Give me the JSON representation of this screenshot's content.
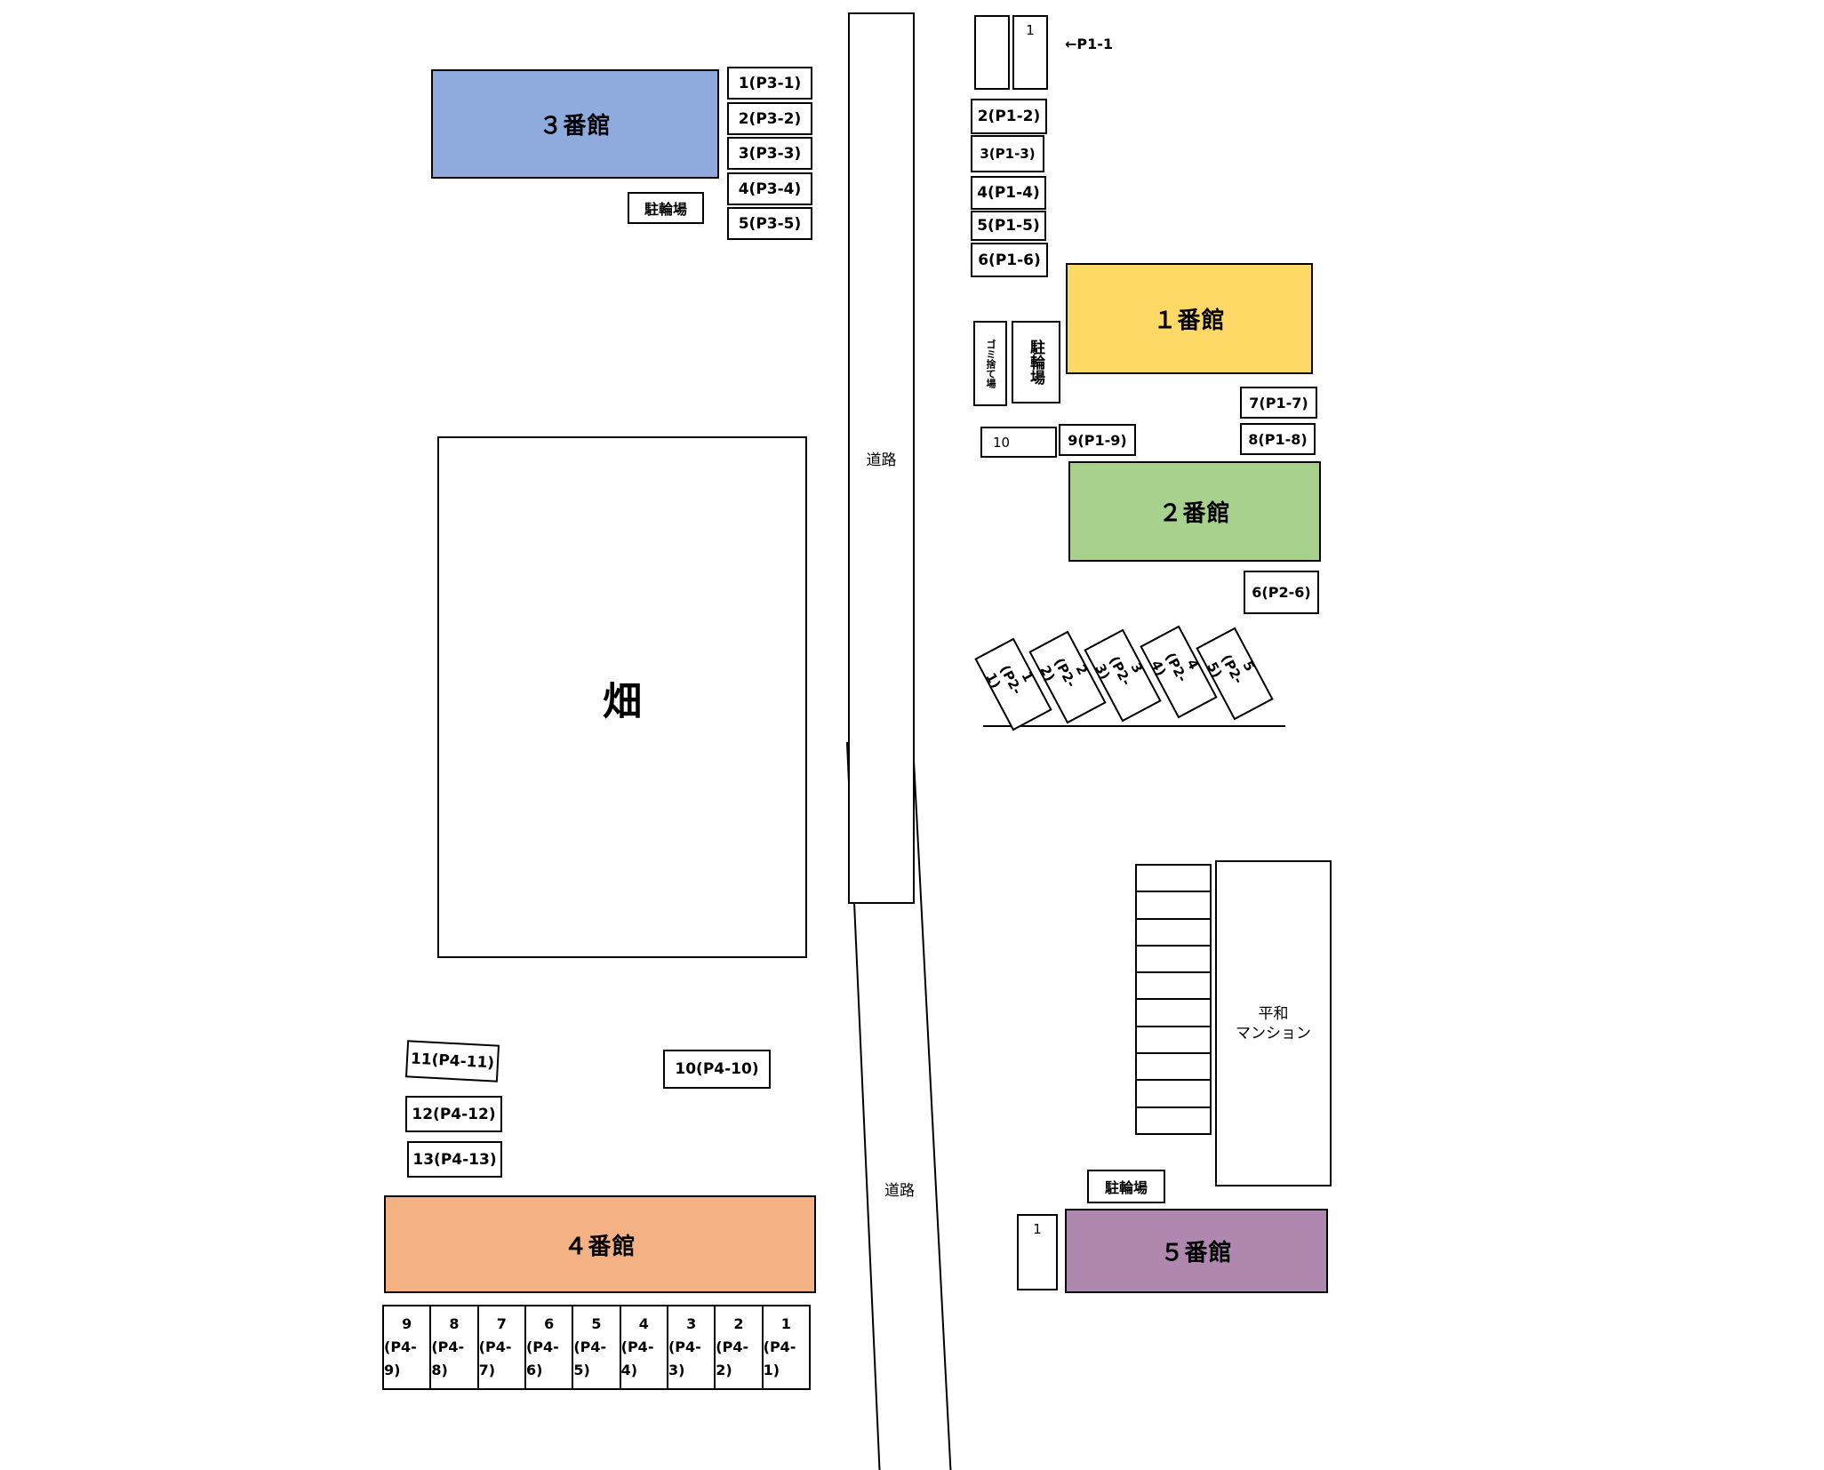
{
  "buildings": {
    "b1": "１番館",
    "b2": "２番館",
    "b3": "３番館",
    "b4": "４番館",
    "b5": "５番館",
    "field": "畑",
    "heiwa": "平和\nマンション"
  },
  "colors": {
    "b1": "#FFD966",
    "b2": "#A9D18E",
    "b3": "#8FAADC",
    "b4": "#F4B183",
    "b5": "#AE88AE"
  },
  "labels": {
    "road": "道路",
    "bike": "駐輪場",
    "garbage": "ゴミ捨て場",
    "arrow_p1_1": "←P1-1"
  },
  "p1": {
    "s1": "1",
    "s2": "2(P1-2)",
    "s3": "3(P1-3)",
    "s4": "4(P1-4)",
    "s5": "5(P1-5)",
    "s6": "6(P1-6)",
    "s7": "7(P1-7)",
    "s8": "8(P1-8)",
    "s9": "9(P1-9)",
    "s10": "10"
  },
  "p2": {
    "s6": "6(P2-6)",
    "slanted": [
      {
        "num": "1",
        "code": "(P2-1)"
      },
      {
        "num": "2",
        "code": "(P2-2)"
      },
      {
        "num": "3",
        "code": "(P2-3)"
      },
      {
        "num": "4",
        "code": "(P2-4)"
      },
      {
        "num": "5",
        "code": "(P2-5)"
      }
    ]
  },
  "p3": [
    "1(P3-1)",
    "2(P3-2)",
    "3(P3-3)",
    "4(P3-4)",
    "5(P3-5)"
  ],
  "p4": {
    "s10": "10(P4-10)",
    "s11": "11(P4-11)",
    "s12": "12(P4-12)",
    "s13": "13(P4-13)",
    "row": [
      {
        "num": "9",
        "code": "(P4-9)"
      },
      {
        "num": "8",
        "code": "(P4-8)"
      },
      {
        "num": "7",
        "code": "(P4-7)"
      },
      {
        "num": "6",
        "code": "(P4-6)"
      },
      {
        "num": "5",
        "code": "(P4-5)"
      },
      {
        "num": "4",
        "code": "(P4-4)"
      },
      {
        "num": "3",
        "code": "(P4-3)"
      },
      {
        "num": "2",
        "code": "(P4-2)"
      },
      {
        "num": "1",
        "code": "(P4-1)"
      }
    ]
  },
  "p5": {
    "s1": "1"
  }
}
